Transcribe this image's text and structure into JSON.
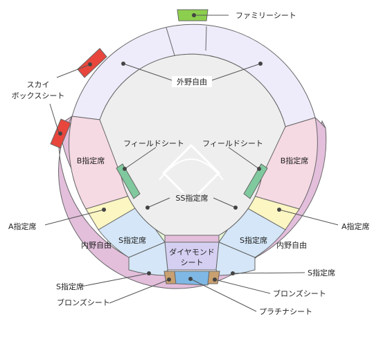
{
  "diagram": {
    "labels": {
      "family_seat": "ファミリーシート",
      "outfield_free": "外野自由",
      "sky_box_line1": "スカイ",
      "sky_box_line2": "ボックスシート",
      "field_seat_left": "フィールドシート",
      "field_seat_right": "フィールドシート",
      "b_reserved_left": "B指定席",
      "b_reserved_right": "B指定席",
      "ss_reserved": "SS指定席",
      "a_reserved_left": "A指定席",
      "a_reserved_right": "A指定席",
      "infield_free_left": "内野自由",
      "infield_free_right": "内野自由",
      "s_reserved_left_inner": "S指定席",
      "s_reserved_right_inner": "S指定席",
      "diamond_line1": "ダイヤモンド",
      "diamond_line2": "シート",
      "s_reserved_outer": "S指定席",
      "s_reserved_left_outer": "S指定席",
      "bronze_left": "ブロンズシート",
      "bronze_right": "ブロンズシート",
      "platinum": "プラチナシート"
    },
    "colors": {
      "outfield": "#eeebfa",
      "field": "#eeeeee",
      "infield_outer": "#e3bfdc",
      "b_reserved": "#f5d9e3",
      "a_reserved": "#fbf6c2",
      "s_reserved": "#d4e6f7",
      "ss_reserved": "#e6f6d6",
      "diamond": "#d5d0f2",
      "field_seat": "#80c99e",
      "family_seat": "#8ccf4e",
      "sky_box": "#e8463c",
      "bronze": "#c9a070",
      "platinum": "#7fb8e5"
    }
  }
}
